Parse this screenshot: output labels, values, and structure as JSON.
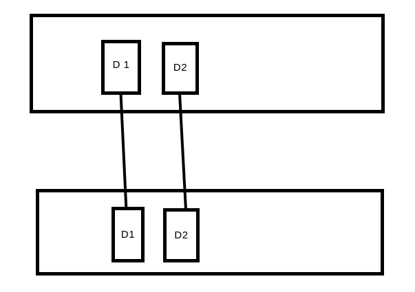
{
  "diagram": {
    "colors": {
      "background": "#ffffff",
      "stroke": "#000000",
      "text": "#000000"
    },
    "containers": [
      {
        "id": "top-container",
        "label": ""
      },
      {
        "id": "bottom-container",
        "label": ""
      }
    ],
    "nodes": {
      "top_d1": {
        "label": "D 1"
      },
      "top_d2": {
        "label": "D2"
      },
      "bottom_d1": {
        "label": "D1"
      },
      "bottom_d2": {
        "label": "D2"
      }
    },
    "connections": [
      {
        "from": "top_d1",
        "to": "bottom_d1"
      },
      {
        "from": "top_d2",
        "to": "bottom_d2"
      }
    ]
  }
}
